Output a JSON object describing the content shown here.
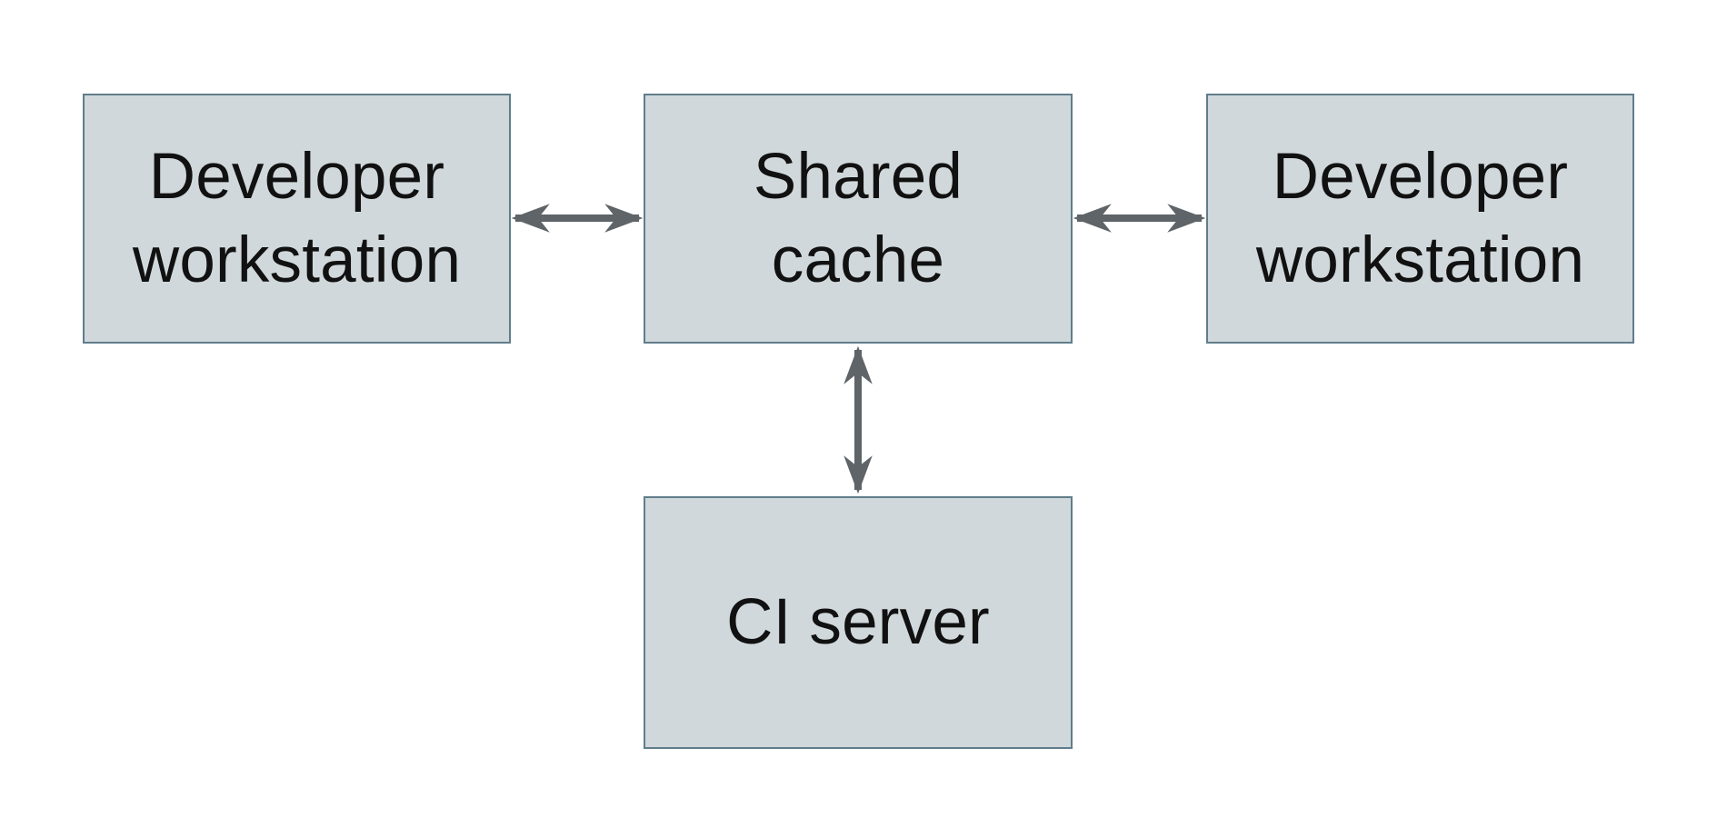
{
  "diagram": {
    "type": "architecture-diagram",
    "background": "white",
    "nodes": {
      "developer_workstation_left": {
        "line1": "Developer",
        "line2": "workstation"
      },
      "shared_cache": {
        "line1": "Shared",
        "line2": "cache"
      },
      "developer_workstation_right": {
        "line1": "Developer",
        "line2": "workstation"
      },
      "ci_server": {
        "line1": "CI server"
      }
    },
    "edges": [
      {
        "from": "Developer workstation (left)",
        "to": "Shared cache",
        "direction": "bidirectional",
        "orientation": "horizontal"
      },
      {
        "from": "Shared cache",
        "to": "Developer workstation (right)",
        "direction": "bidirectional",
        "orientation": "horizontal"
      },
      {
        "from": "Shared cache",
        "to": "CI server",
        "direction": "bidirectional",
        "orientation": "vertical"
      }
    ],
    "colors": {
      "node_fill": "#d0d8db",
      "node_border": "#607d8b",
      "arrow": "#5e6468",
      "text": "#111111",
      "background": "#ffffff"
    }
  }
}
